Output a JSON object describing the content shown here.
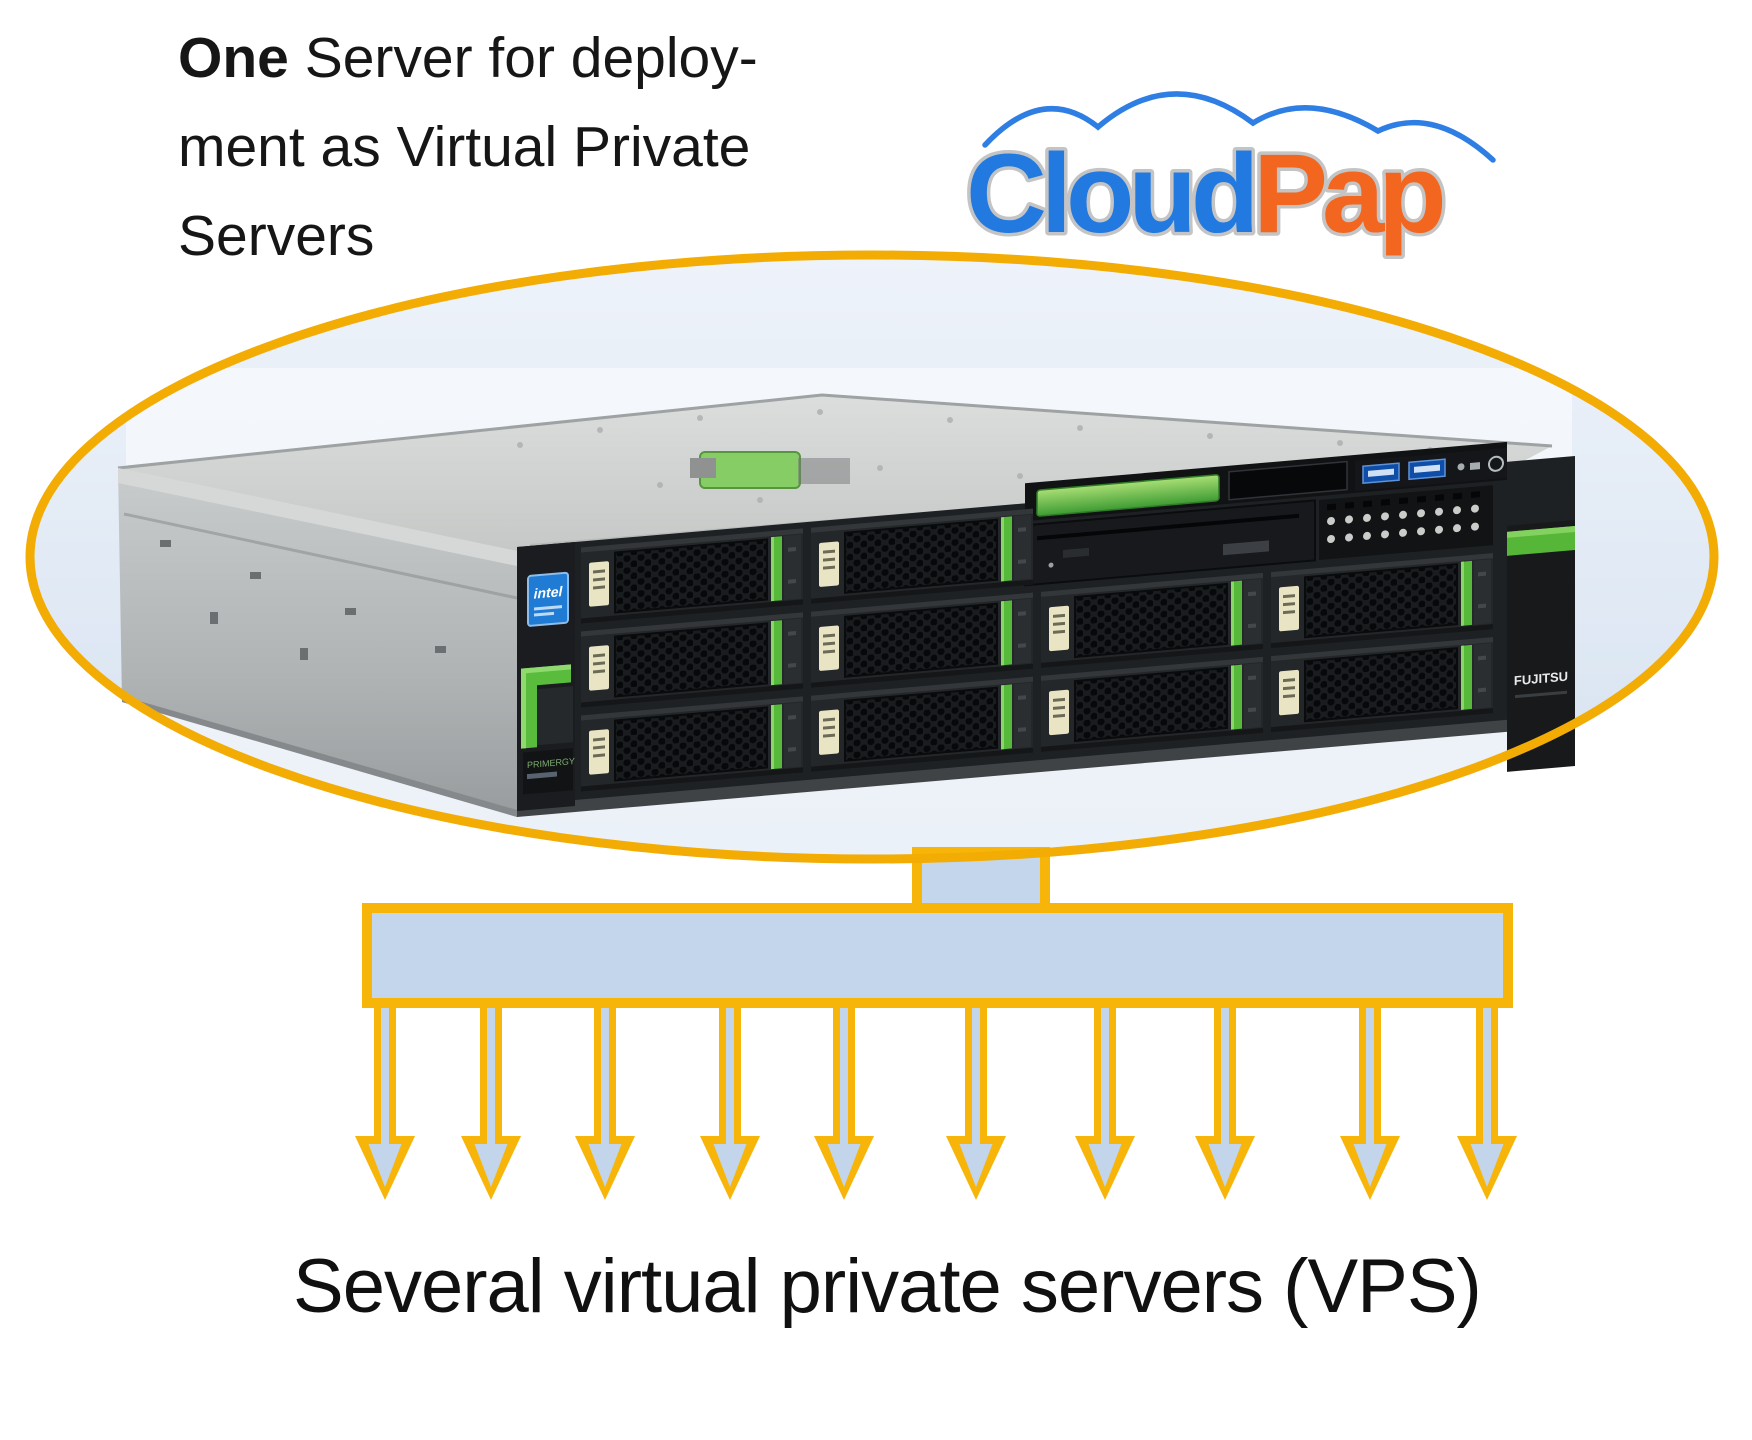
{
  "heading": {
    "line1_bold": "One",
    "line1_rest": " Server for deploy-",
    "line2": "ment as Virtual Private",
    "line3": "Servers"
  },
  "logo": {
    "part1": "Cloud",
    "part2": "Pap",
    "part1_color": "#2279E0",
    "part2_color": "#F2661F",
    "outline_color": "#C4C4C4",
    "cloud_color": "#2E7EE4"
  },
  "server": {
    "brand": "FUJITSU",
    "model_label": "PRIMERGY",
    "intel_badge": "intel"
  },
  "diagram": {
    "ellipse": {
      "stroke": "#F2AC04",
      "fill_top": "#EEF3FA",
      "fill_bottom": "#D6E2F0"
    },
    "connector": {
      "fill": "#C3D6EB",
      "stroke": "#F7B50A"
    },
    "arrows": {
      "count": 10,
      "positions_x": [
        385,
        491,
        605,
        730,
        844,
        976,
        1105,
        1225,
        1370,
        1487
      ],
      "fill": "#C2D5EA",
      "outline": "#F7B50A"
    }
  },
  "caption": {
    "text": "Several virtual private servers (VPS)"
  }
}
